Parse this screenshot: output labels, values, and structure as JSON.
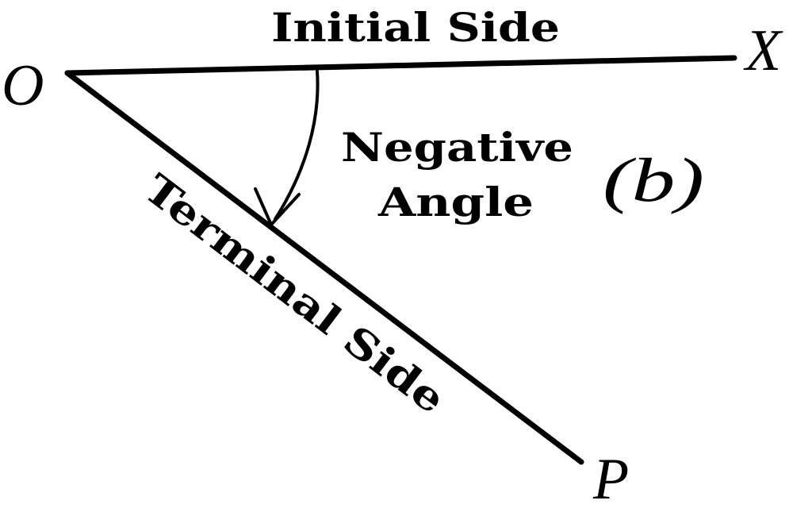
{
  "diagram": {
    "initial_side_label": "Initial Side",
    "negative_angle_line1": "Negative",
    "negative_angle_line2": "Angle",
    "terminal_side_label": "Terminal Side",
    "vertex_label": "O",
    "initial_end_label": "X",
    "terminal_end_label": "P",
    "figure_tag": "(b)"
  },
  "colors": {
    "ink": "#000000",
    "background": "#ffffff"
  }
}
